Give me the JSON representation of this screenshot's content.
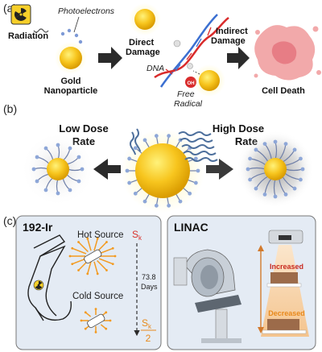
{
  "panels": {
    "a": {
      "label": "(a)",
      "radiation": "Radiation",
      "photoelectrons": "Photoelectrons",
      "gold_line1": "Gold",
      "gold_line2": "Nanoparticle",
      "direct_line1": "Direct",
      "direct_line2": "Damage",
      "indirect_line1": "Indirect",
      "indirect_line2": "Damage",
      "dna": "DNA",
      "oh": "OH",
      "free_line1": "Free",
      "free_line2": "Radical",
      "cell_death": "Cell Death"
    },
    "b": {
      "label": "(b)",
      "low_line1": "Low Dose",
      "low_line2": "Rate",
      "high_line1": "High Dose",
      "high_line2": "Rate"
    },
    "c": {
      "label": "(c)",
      "ir_title": "192-Ir",
      "hot_source": "Hot Source",
      "cold_source": "Cold Source",
      "sk": "S",
      "sk_sub": "k",
      "days_line1": "73.8",
      "days_line2": "Days",
      "denominator": "2",
      "linac_title": "LINAC",
      "increased": "Increased",
      "decreased": "Decreased"
    }
  },
  "colors": {
    "gold": "#f7c51e",
    "gold_dark": "#d99b00",
    "glow": "#fff3a6",
    "ligand": "#6f7fa8",
    "ligand_tip": "#8ea7d8",
    "arrow": "#2b2b2b",
    "dna_red": "#d92b2b",
    "dna_blue": "#3b6fd1",
    "cell": "#f2a9aa",
    "cell_core": "#e77d85",
    "panel_bg": "#e4ebf4",
    "source_orange": "#f39a1f",
    "sk_red": "#d9312b",
    "increased": "#c8291f",
    "decreased": "#e8891c",
    "beam": "#f7d9b5"
  }
}
